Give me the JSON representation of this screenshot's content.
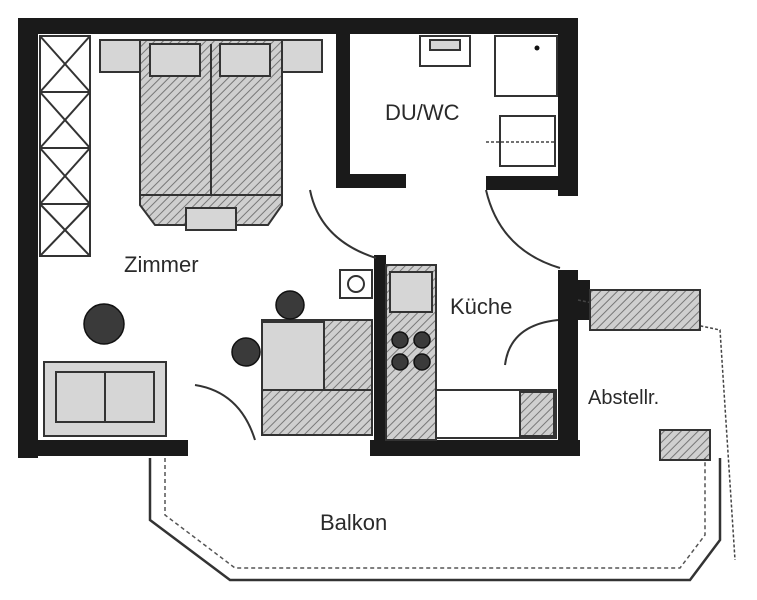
{
  "rooms": {
    "zimmer": "Zimmer",
    "duwc": "DU/WC",
    "kueche": "Küche",
    "abstellr": "Abstellr.",
    "balkon": "Balkon"
  },
  "colors": {
    "wall": "#1a1a1a",
    "background": "#ffffff",
    "furniture": "#d6d6d6"
  }
}
